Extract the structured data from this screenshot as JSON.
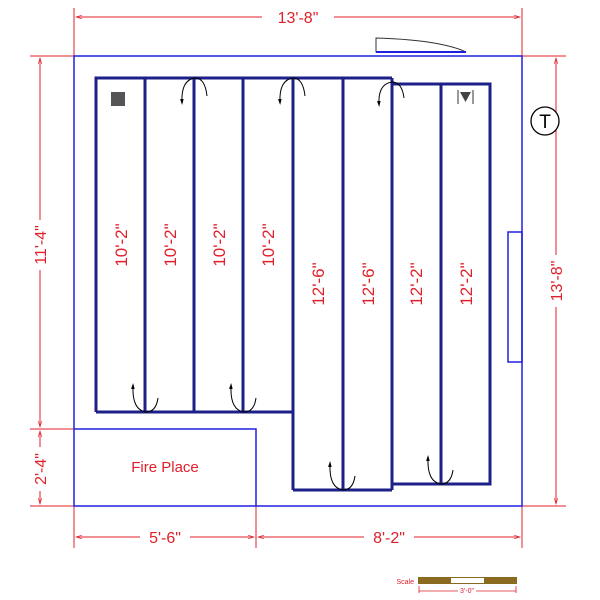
{
  "dimensions": {
    "top": "13'-8\"",
    "left_upper": "11'-4\"",
    "left_lower": "2'-4\"",
    "right": "13'-8\"",
    "bottom_left": "5'-6\"",
    "bottom_right": "8'-2\""
  },
  "panels": [
    "10'-2\"",
    "10'-2\"",
    "10'-2\"",
    "10'-2\"",
    "12'-6\"",
    "12'-6\"",
    "12'-2\"",
    "12'-2\""
  ],
  "fireplace_label": "Fire Place",
  "thermostat_label": "T",
  "scale": {
    "label": "Scale",
    "length": "3'-0\""
  },
  "colors": {
    "dimension": "#e0202a",
    "panel": "#1c2088",
    "wall": "#2020e0",
    "scale_bar": "#8a6a1e"
  }
}
